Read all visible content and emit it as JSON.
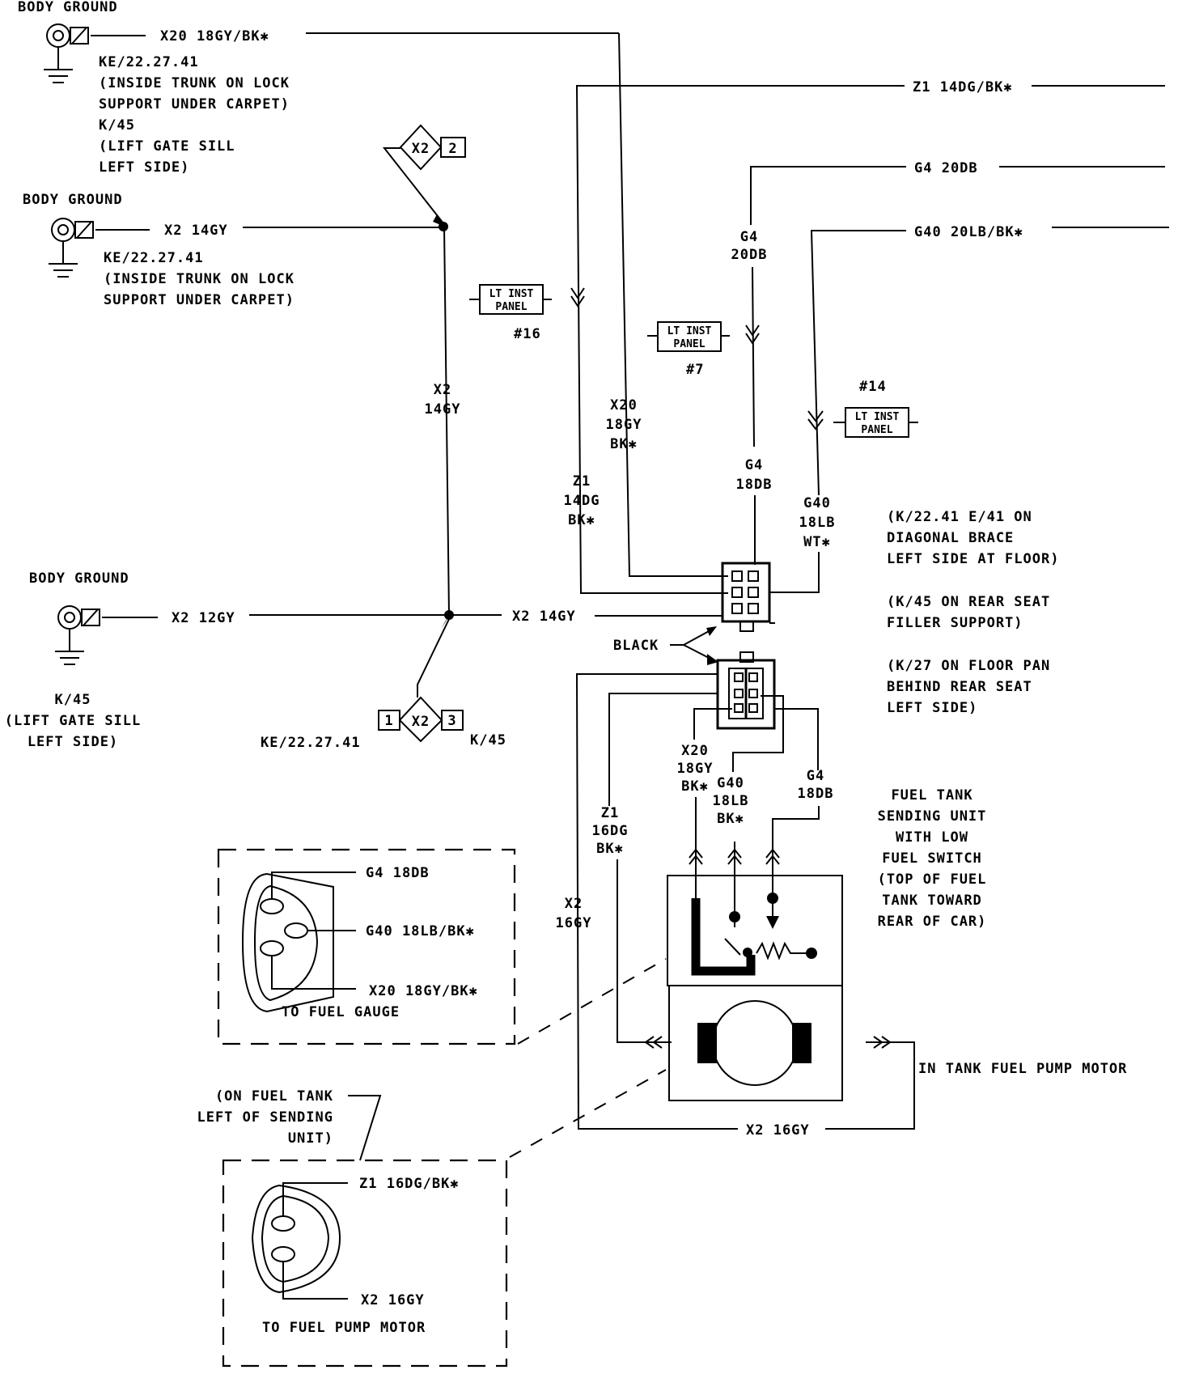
{
  "grounds": {
    "g1": {
      "title": "BODY GROUND",
      "wire": "X20 18GY/BK✱",
      "notes": [
        "KE/22.27.41",
        "(INSIDE TRUNK ON LOCK",
        "SUPPORT UNDER CARPET)",
        "K/45",
        "(LIFT GATE SILL",
        "LEFT SIDE)"
      ]
    },
    "g2": {
      "title": "BODY GROUND",
      "wire": "X2 14GY",
      "notes": [
        "KE/22.27.41",
        "(INSIDE TRUNK ON LOCK",
        "SUPPORT UNDER CARPET)"
      ]
    },
    "g3": {
      "title": "BODY GROUND",
      "wire": "X2 12GY",
      "notes": [
        "K/45",
        "(LIFT GATE SILL",
        "LEFT SIDE)"
      ]
    }
  },
  "splices": {
    "top": {
      "label": "X2",
      "pin": "2"
    },
    "bottom": {
      "label": "X2",
      "pin_left": "1",
      "pin_right": "3",
      "left_note": "KE/22.27.41",
      "right_note": "K/45"
    }
  },
  "wires": {
    "x2_14gy_vertical": [
      "X2",
      "14GY"
    ],
    "x2_14gy_horizontal": "X2 14GY",
    "z1_14dg_top": "Z1 14DG/BK✱",
    "g4_20db_top": "G4 20DB",
    "g40_20lb_top": "G40 20LB/BK✱",
    "g4_20db_vertical": [
      "G4",
      "20DB"
    ],
    "x20_18gy_upper": [
      "X20",
      "18GY",
      "BK✱"
    ],
    "z1_14dg_vertical": [
      "Z1",
      "14DG",
      "BK✱"
    ],
    "g4_18db_upper": [
      "G4",
      "18DB"
    ],
    "g40_18lb_wt": [
      "G40",
      "18LB",
      "WT✱"
    ],
    "x20_18gy_lower": [
      "X20",
      "18GY",
      "BK✱"
    ],
    "g40_18lb_lower": [
      "G40",
      "18LB",
      "BK✱"
    ],
    "g4_18db_lower": [
      "G4",
      "18DB"
    ],
    "z1_16dg_lower": [
      "Z1",
      "16DG",
      "BK✱"
    ],
    "x2_16gy_vertical": [
      "X2",
      "16GY"
    ],
    "x2_16gy_bottom": "X2 16GY"
  },
  "inst_panels": {
    "p16": {
      "line1": "LT INST",
      "line2": "PANEL",
      "num": "#16"
    },
    "p7": {
      "line1": "LT INST",
      "line2": "PANEL",
      "num": "#7"
    },
    "p14": {
      "line1": "LT INST",
      "line2": "PANEL",
      "num": "#14"
    }
  },
  "connector_label": "BLACK",
  "connector_notes": [
    "(K/22.41 E/41 ON",
    "DIAGONAL BRACE",
    "LEFT SIDE AT FLOOR)",
    "(K/45 ON REAR SEAT",
    "FILLER SUPPORT)",
    "(K/27 ON FLOOR PAN",
    "BEHIND REAR SEAT",
    "LEFT SIDE)"
  ],
  "sending_unit_label": [
    "FUEL TANK",
    "SENDING UNIT",
    "WITH LOW",
    "FUEL SWITCH",
    "(TOP OF FUEL",
    "TANK TOWARD",
    "REAR OF CAR)"
  ],
  "pump_motor_label": "IN TANK FUEL PUMP MOTOR",
  "gauge_connector_box": {
    "pins": [
      "G4 18DB",
      "G40 18LB/BK✱",
      "X20 18GY/BK✱"
    ],
    "caption": "TO FUEL GAUGE"
  },
  "pump_connector_box": {
    "location": [
      "(ON FUEL TANK",
      "LEFT OF SENDING",
      "UNIT)"
    ],
    "pins": [
      "Z1 16DG/BK✱",
      "X2 16GY"
    ],
    "caption": "TO FUEL PUMP MOTOR"
  }
}
